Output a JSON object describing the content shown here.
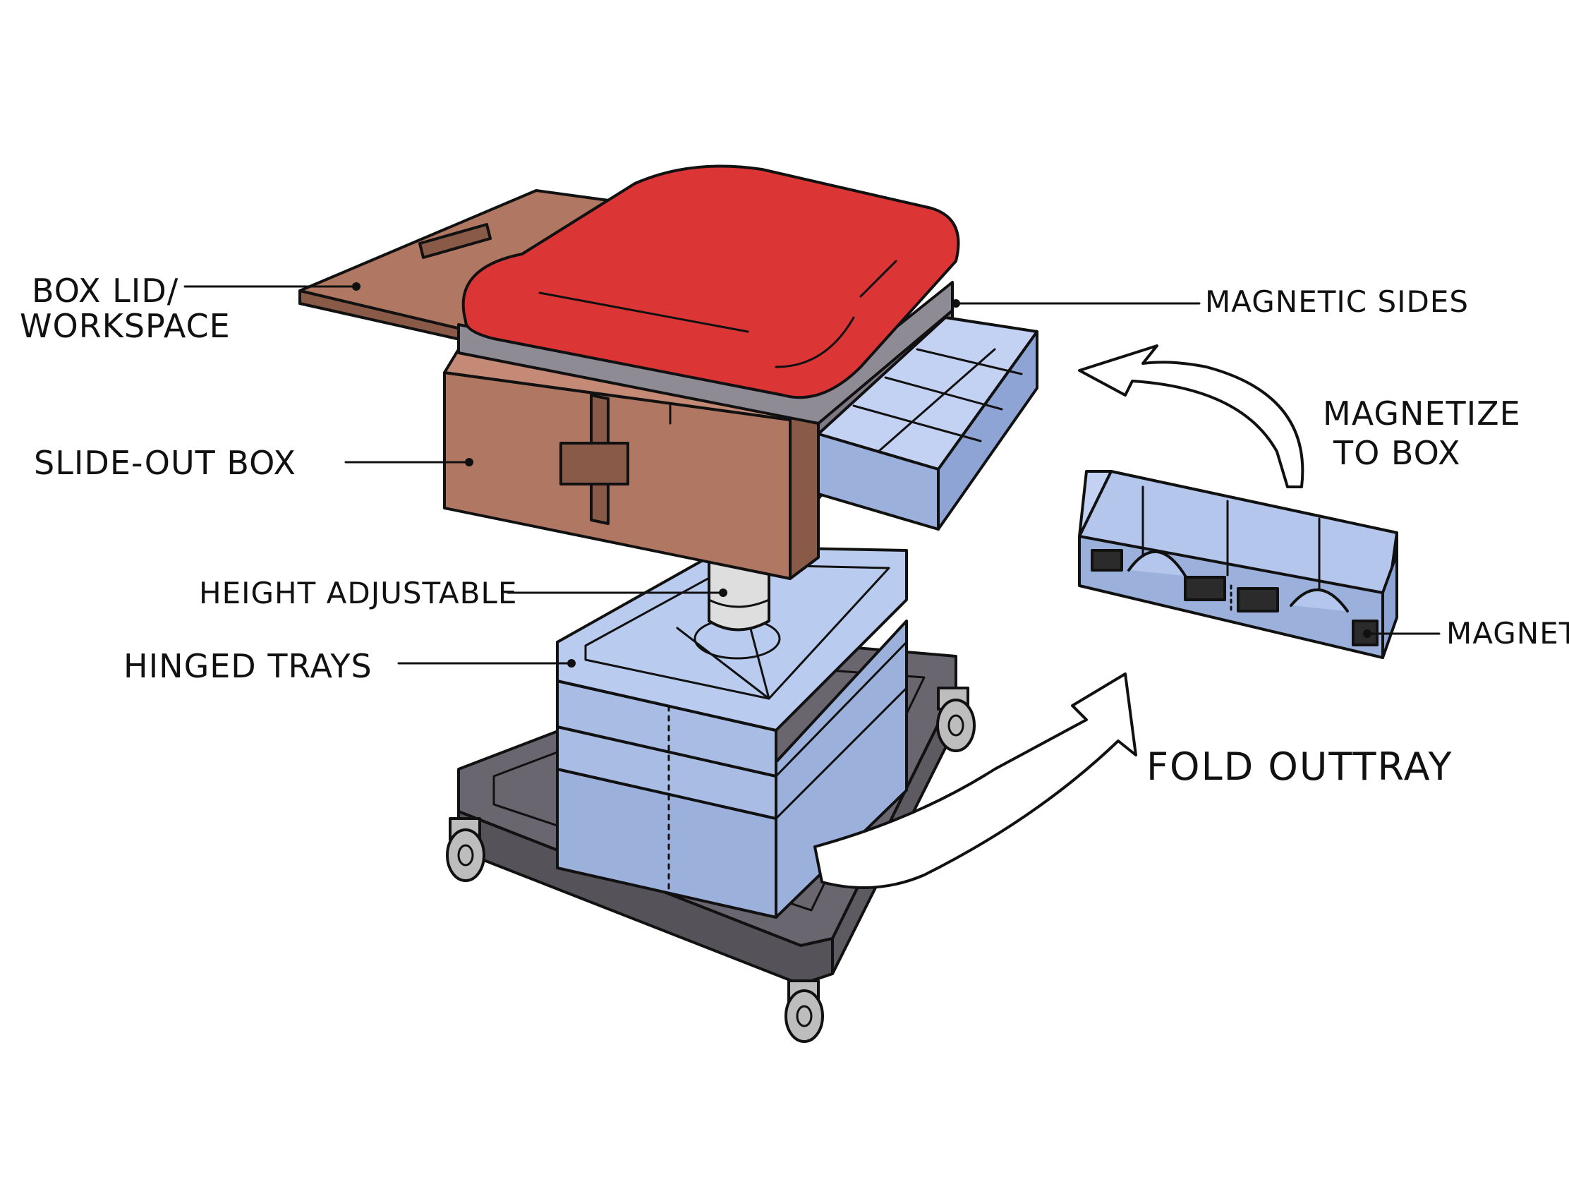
{
  "labels": {
    "box_lid_line1": "BOX LID/",
    "box_lid_line2": "WORKSPACE",
    "slide_out_box": "SLIDE-OUT BOX",
    "height_adjustable": "HEIGHT ADJUSTABLE",
    "hinged_trays": "HINGED TRAYS",
    "magnetic_sides": "MAGNETIC SIDES",
    "magnetize_line1": "MAGNETIZE",
    "magnetize_line2": "TO BOX",
    "magnet": "MAGNET",
    "fold_out_tray": "FOLD OUTTRAY"
  },
  "colors": {
    "seat_red": "#dc3535",
    "wood_brown": "#b07763",
    "wood_dark": "#8a5a48",
    "tray_blue": "#b4c6ec",
    "tray_blue_dark": "#9cb0dc",
    "frame_gray": "#8a8690",
    "frame_dark": "#5e5a62",
    "pole_gray": "#dedede",
    "magnet_black": "#2b2b2b"
  }
}
